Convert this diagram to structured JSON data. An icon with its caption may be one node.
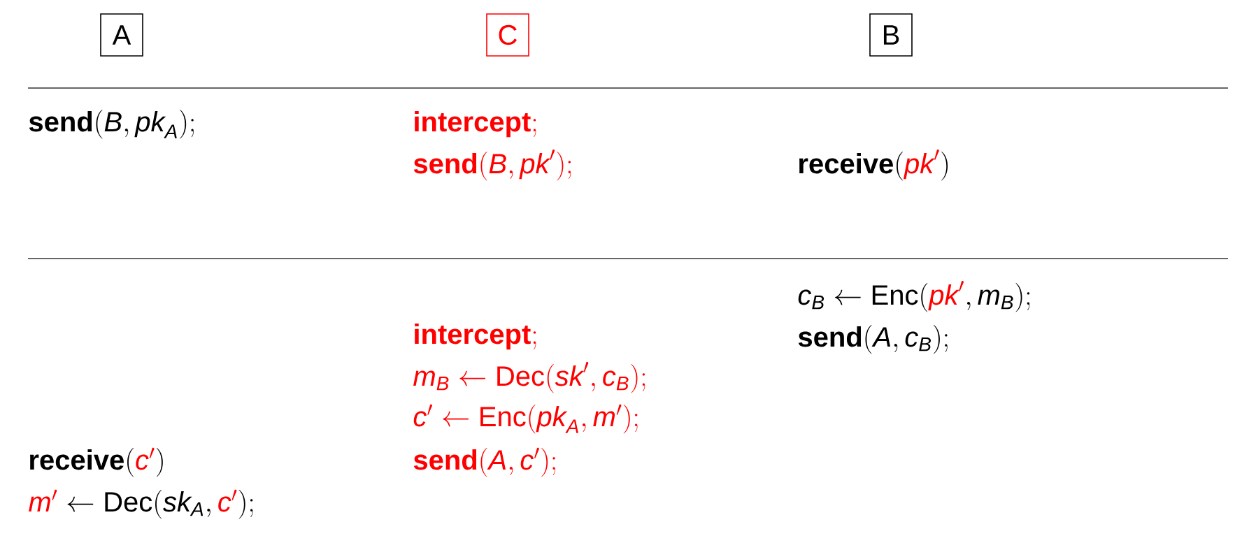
{
  "diagram": {
    "nodes": [
      {
        "text": [
          "A"
        ]
      },
      {
        "text": [
          "C"
        ]
      },
      {
        "text": [
          "B"
        ]
      }
    ],
    "labels": [
      "\\textbf{send}(\\textit{B}, \\textit{pk}_{\\textit{A}});",
      "\\textbf{intercept};",
      "\\textbf{send}(\\textit{B}, \\textit{pk}');",
      "\\textbf{receive}(\\textcolor{red}{\\textit{pk}'})",
      "\\textit{c}_{\\textit{B}} \\leftarrow \\text{Enc}(\\textcolor{red}{\\textit{pk}'}, \\textit{m}_{\\textit{B}});",
      "\\textbf{send}(\\textit{A}, \\textit{c}_{\\textit{B}});",
      "\\textbf{intercept};",
      "\\textit{m}_{\\textit{B}} \\leftarrow \\text{Dec}(\\textit{sk}', \\textit{c}_{\\textit{B}});",
      "\\textit{c}' \\leftarrow \\text{Enc}(\\textit{pk}_{\\textit{A}}, \\textit{m}');",
      "\\textbf{send}(\\textit{A}, \\textit{c}');",
      "\\textbf{receive}(\\textcolor{red}{\\textit{c}'})",
      "\\textcolor{red}{\\textit{m}'} \\leftarrow \\text{Dec}(\\textit{sk}_{\\textit{A}}, \\textcolor{red}{\\textit{c}'});"
    ]
  }
}
